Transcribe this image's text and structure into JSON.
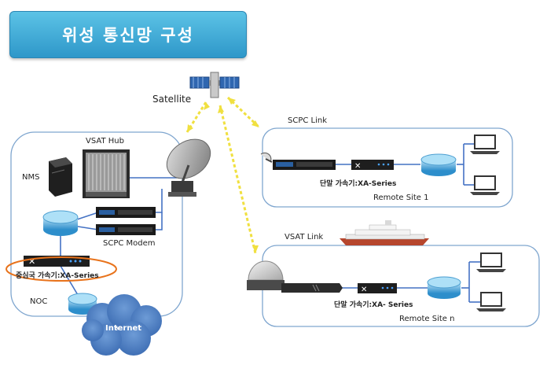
{
  "title": "위성 통신망 구성",
  "satellite": "Satellite",
  "hub": {
    "vsat_hub": "VSAT Hub",
    "nms": "NMS",
    "scpc_modem": "SCPC Modem",
    "accelerator": "중심국 가속기:XA-Series",
    "noc": "NOC",
    "internet": "Internet"
  },
  "site1": {
    "link": "SCPC Link",
    "accelerator": "단말 가속기:XA-Series",
    "name": "Remote Site 1"
  },
  "siten": {
    "link": "VSAT Link",
    "accelerator": "단말 가속기:XA- Series",
    "name": "Remote Site n"
  },
  "colors": {
    "banner": "#3aa9d8",
    "link_line": "#4472c4",
    "beam": "#f0e040",
    "highlight": "#e8731c"
  }
}
